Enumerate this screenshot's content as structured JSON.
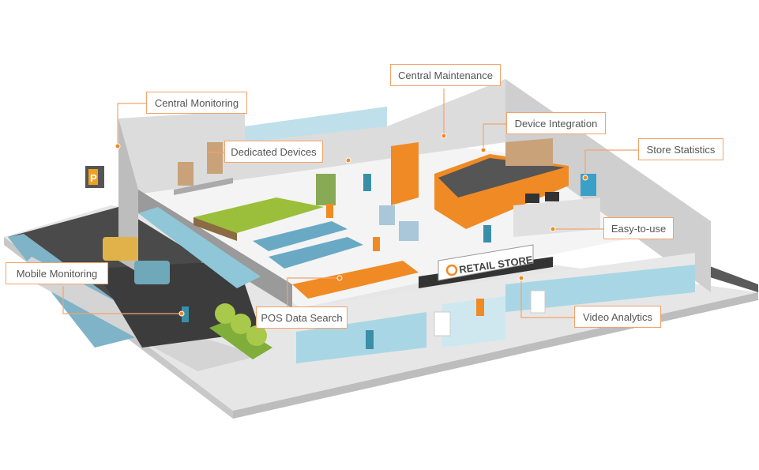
{
  "callouts": {
    "central_monitoring": "Central Monitoring",
    "central_maintenance": "Central Maintenance",
    "device_integration": "Device Integration",
    "dedicated_devices": "Dedicated Devices",
    "store_statistics": "Store Statistics",
    "easy_to_use": "Easy-to-use",
    "mobile_monitoring": "Mobile Monitoring",
    "pos_data_search": "POS Data Search",
    "video_analytics": "Video Analytics"
  },
  "store_sign": "RETAIL STORE",
  "parking_sign": "P",
  "colors": {
    "accent": "#f2a36b",
    "orange": "#f08a24",
    "wall": "#d9d9d9",
    "floor": "#f2f2f2",
    "glass": "#a9d6e5"
  }
}
